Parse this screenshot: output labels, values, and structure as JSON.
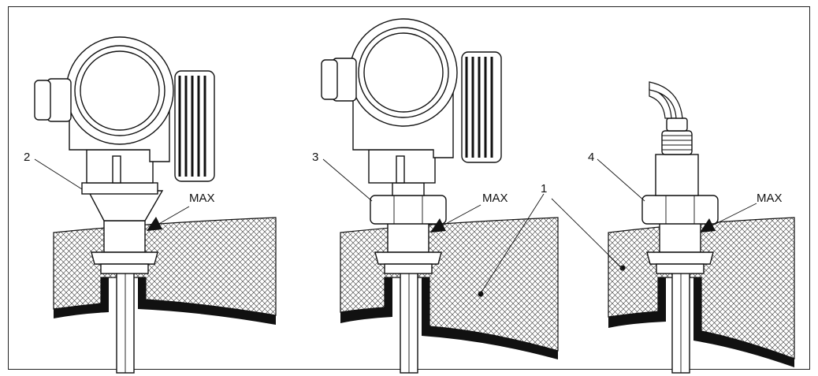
{
  "figure": {
    "left": {
      "callout": "2",
      "level_label": "MAX",
      "connection_type": "flange-adapter"
    },
    "middle": {
      "callout": "3",
      "level_label": "MAX",
      "connection_type": "threaded-nut"
    },
    "right": {
      "callout": "4",
      "level_label": "MAX",
      "connection_type": "cable-version"
    },
    "shared_callout": "1",
    "colors": {
      "line": "#111111",
      "hatch": "#111111",
      "wall": "#111111",
      "background": "#ffffff"
    }
  }
}
